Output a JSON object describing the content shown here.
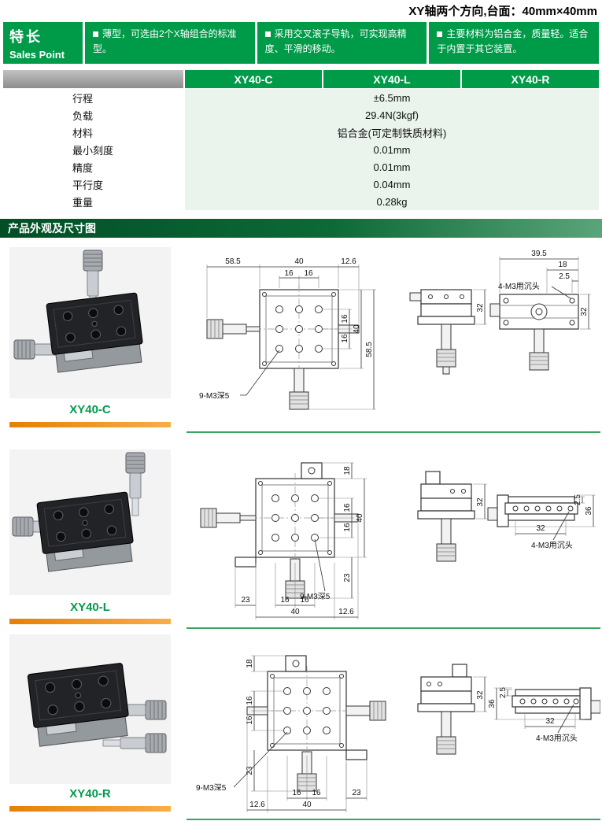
{
  "top_note": "XY轴两个方向,台面：40mm×40mm",
  "colors": {
    "brand_green": "#009b49",
    "dark_green_bar": "#02502a",
    "light_green_bg": "#eaf4ec",
    "orange_bar": "#ef8a10",
    "header_gray": "#9d9d9d"
  },
  "sales_point": {
    "title_cn": "特长",
    "title_en": "Sales Point",
    "bullets": [
      "薄型，可选由2个X轴组合的标准型。",
      "采用交叉滚子导轨，可实现高精度、平滑的移动。",
      "主要材料为铝合金，质量轻。适合于内置于其它装置。"
    ]
  },
  "spec_table": {
    "models": [
      "XY40-C",
      "XY40-L",
      "XY40-R"
    ],
    "rows": [
      {
        "label": "行程",
        "value": "±6.5mm"
      },
      {
        "label": "负载",
        "value": "29.4N(3kgf)"
      },
      {
        "label": "材料",
        "value": "铝合金(可定制铁质材料)"
      },
      {
        "label": "最小刻度",
        "value": "0.01mm"
      },
      {
        "label": "精度",
        "value": "0.01mm"
      },
      {
        "label": "平行度",
        "value": "0.04mm"
      },
      {
        "label": "重量",
        "value": "0.28kg"
      }
    ]
  },
  "section_title": "产品外观及尺寸图",
  "products": [
    {
      "model": "XY40-C",
      "front": {
        "w_left": "58.5",
        "w_body": "40",
        "w_right": "12.6",
        "pitch_a": "16",
        "pitch_b": "16",
        "h_a": "16",
        "h_b": "16",
        "h_body": "40",
        "h_total": "58.5",
        "holes_label": "9-M3深5"
      },
      "side": {
        "height": "32"
      },
      "end": {
        "w_total": "39.5",
        "w_sub": "18",
        "recess": "2.5",
        "height": "32",
        "holes_label": "4-M3用沉头"
      }
    },
    {
      "model": "XY40-L",
      "front": {
        "h_top": "18",
        "h_a": "16",
        "h_b": "16",
        "h_body": "40",
        "h_bottom": "23",
        "pitch_a": "16",
        "pitch_b": "16",
        "w_body": "40",
        "w_right": "12.6",
        "w_left": "23",
        "holes_label": "9-M3深5"
      },
      "side": {
        "height": "32"
      },
      "end": {
        "recess": "2.5",
        "height": "36",
        "width": "32",
        "holes_label": "4-M3用沉头"
      }
    },
    {
      "model": "XY40-R",
      "front": {
        "h_top": "18",
        "h_a": "16",
        "h_b": "16",
        "h_bottom": "23",
        "w_left": "12.6",
        "pitch_a": "16",
        "pitch_b": "16",
        "w_body": "40",
        "w_right": "23",
        "holes_label": "9-M3深5"
      },
      "side": {
        "height": "32"
      },
      "end": {
        "height": "36",
        "recess": "2.5",
        "width": "32",
        "holes_label": "4-M3用沉头"
      }
    }
  ]
}
